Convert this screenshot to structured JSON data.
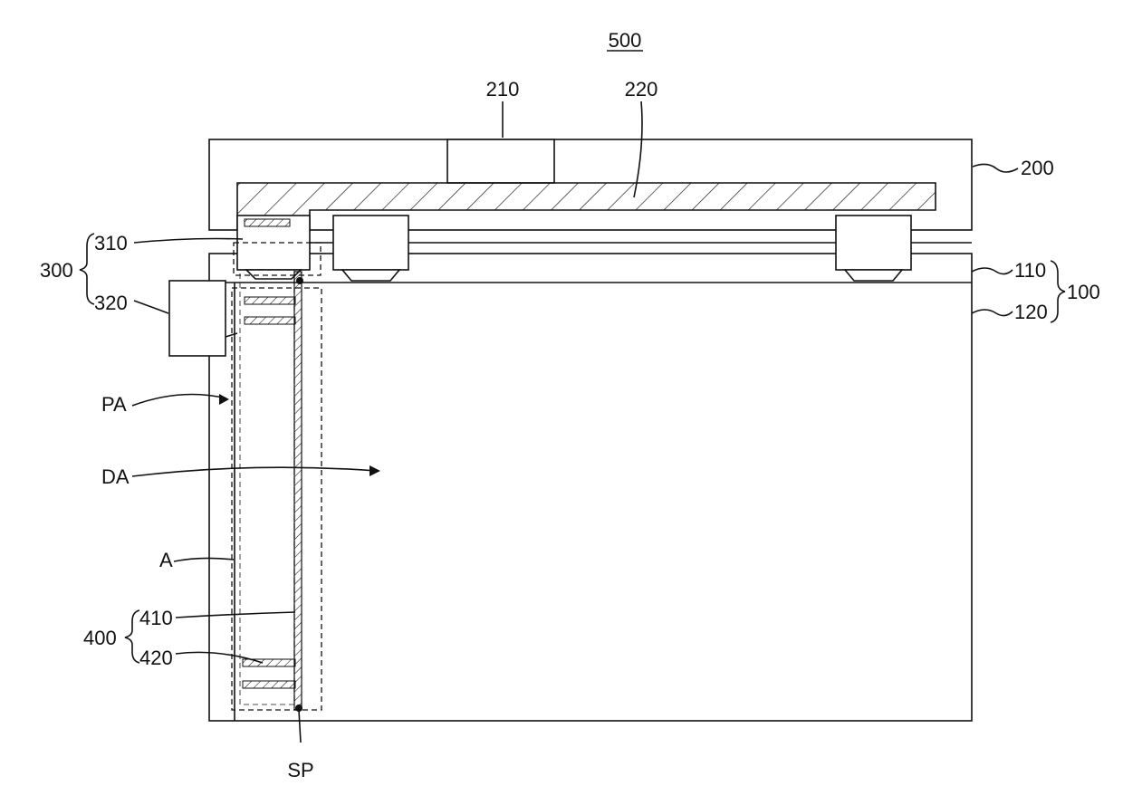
{
  "figure": {
    "number": "500",
    "labels": {
      "l100": "100",
      "l110": "110",
      "l120": "120",
      "l200": "200",
      "l210": "210",
      "l220": "220",
      "l300": "300",
      "l310": "310",
      "l320": "320",
      "l400": "400",
      "l410": "410",
      "l420": "420",
      "pa": "PA",
      "da": "DA",
      "a": "A",
      "sp": "SP"
    }
  },
  "colors": {
    "line": "#111111",
    "background": "#ffffff"
  }
}
